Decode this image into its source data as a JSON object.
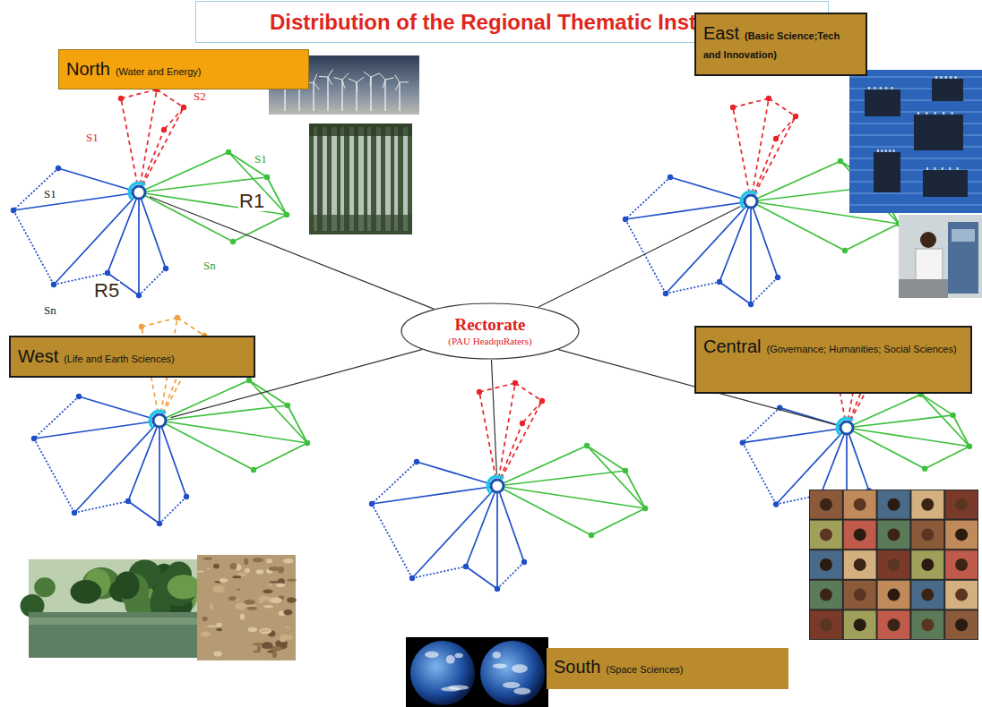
{
  "diagram": {
    "title": "Distribution of the Regional Thematic Institutes",
    "nodes": [
      {
        "text": [
          "North",
          "(Water and Energy)"
        ]
      },
      {
        "text": [
          "East",
          "(Basic Science;Tech and Innovation)"
        ]
      },
      {
        "text": [
          "Rectorate",
          "(PAU HeadquRaters)"
        ]
      },
      {
        "text": [
          "West",
          "(Life and Earth Sciences)"
        ]
      },
      {
        "text": [
          "Central",
          "(Governance; Humanities; Social Sciences)"
        ]
      },
      {
        "text": [
          "South",
          "(Space Sciences)"
        ]
      }
    ],
    "labels": [
      "S1",
      "S2",
      "S1",
      "S1",
      "R1",
      "Sn",
      "R5",
      "Sn"
    ]
  }
}
